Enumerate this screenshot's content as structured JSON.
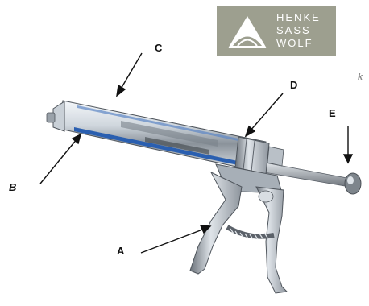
{
  "logo": {
    "lines": [
      "HENKE",
      "SASS",
      "WOLF"
    ],
    "colors": {
      "background": "#9d9f8f",
      "text": "#ffffff"
    }
  },
  "cut_text": "k",
  "labels": {
    "a": "A",
    "b": "B",
    "c": "C",
    "d": "D",
    "e": "E"
  },
  "colors": {
    "metal_light": "#eef2f6",
    "metal_mid": "#aeb6be",
    "metal_dark": "#5b6169",
    "glass_blue": "#2a5fb0",
    "arrow": "#111111"
  }
}
